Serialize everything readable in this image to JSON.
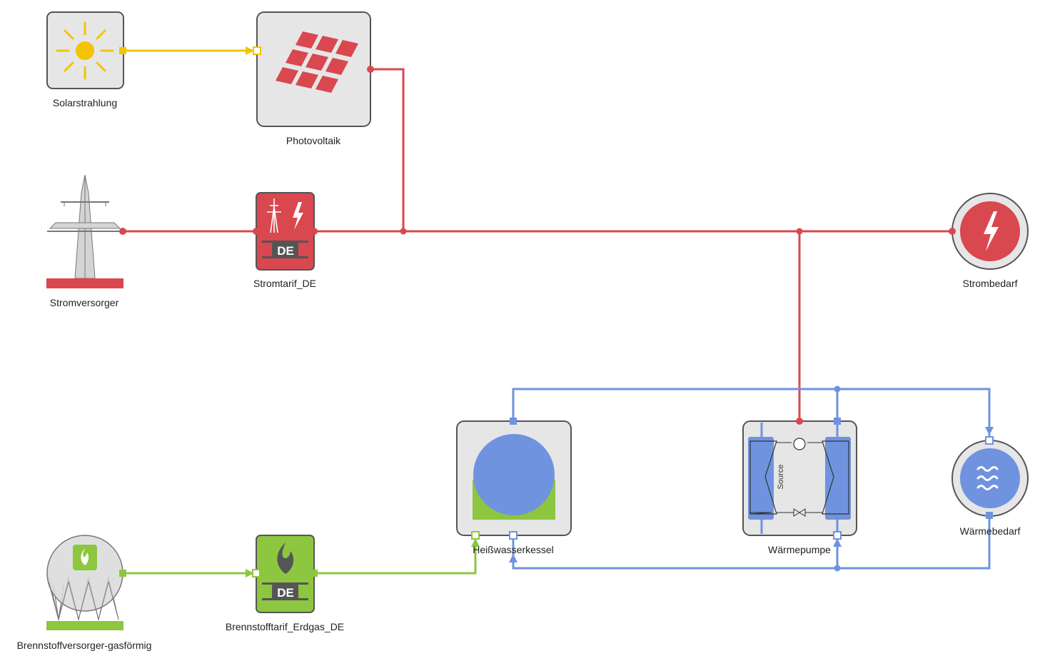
{
  "nodes": {
    "solar_radiation": {
      "label": "Solarstrahlung",
      "icon": "sun-icon"
    },
    "photovoltaic": {
      "label": "Photovoltaik",
      "icon": "solar-panel-icon"
    },
    "power_supplier": {
      "label": "Stromversorger",
      "icon": "power-pylon-icon"
    },
    "power_tariff": {
      "label": "Stromtarif_DE",
      "badge": "DE",
      "icon": "pylon-lightning-icon"
    },
    "power_demand": {
      "label": "Strombedarf",
      "icon": "lightning-icon"
    },
    "gas_supplier": {
      "label": "Brennstoffversorger-gasförmig",
      "icon": "gas-tank-icon"
    },
    "fuel_tariff": {
      "label": "Brennstofftarif_Erdgas_DE",
      "badge": "DE",
      "icon": "flame-icon"
    },
    "hot_water_boiler": {
      "label": "Heißwasserkessel",
      "icon": "boiler-tank-icon"
    },
    "heat_pump": {
      "label": "Wärmepumpe",
      "inner_label": "Source",
      "icon": "heat-exchanger-icon"
    },
    "heat_demand": {
      "label": "Wärmebedarf",
      "icon": "heat-waves-icon"
    }
  },
  "colors": {
    "electric": "#d9474f",
    "solar": "#f2c500",
    "gas": "#8dc63f",
    "heat": "#6f93de",
    "node_bg": "#e6e6e6",
    "node_border": "#555555"
  }
}
